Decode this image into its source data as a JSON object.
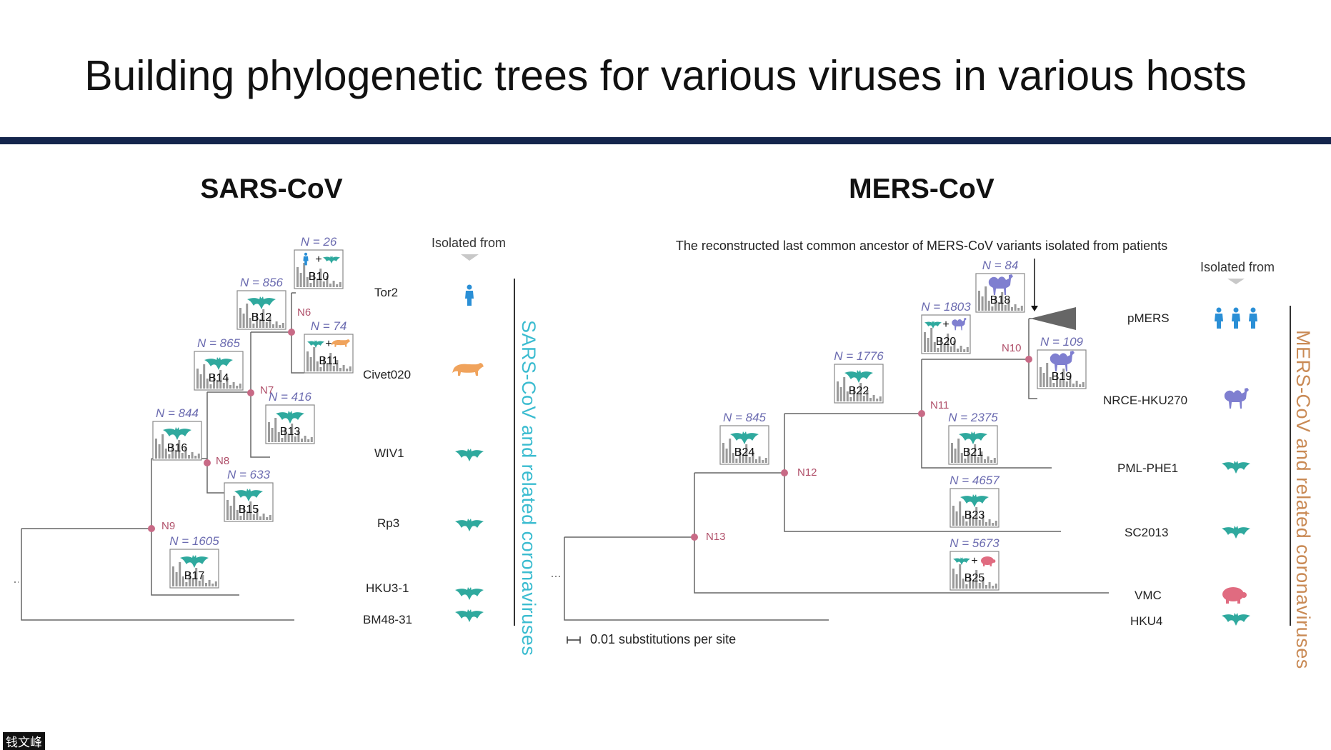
{
  "slide": {
    "title": "Building phylogenetic trees for various viruses in various hosts",
    "watermark": "钱文峰"
  },
  "colors": {
    "title_rule": "#14254c",
    "bat": "#2fa99e",
    "human": "#2a8fd6",
    "civet": "#f0a35c",
    "camel": "#7f7fd0",
    "pig": "#e06b80",
    "node": "#c86a86",
    "sars_clade": "#3bbcd0",
    "mers_clade": "#c98a55"
  },
  "sars": {
    "title": "SARS-CoV",
    "isolated_from": "Isolated from",
    "clade_label": "SARS-CoV and related coronaviruses",
    "tips": [
      {
        "name": "Tor2",
        "host": "human-icon"
      },
      {
        "name": "Civet020",
        "host": "civet-icon"
      },
      {
        "name": "WIV1",
        "host": "bat-icon"
      },
      {
        "name": "Rp3",
        "host": "bat-icon"
      },
      {
        "name": "HKU3-1",
        "host": "bat-icon"
      },
      {
        "name": "BM48-31",
        "host": "bat-icon"
      }
    ],
    "nodes": [
      "N6",
      "N7",
      "N8",
      "N9"
    ],
    "boxes": [
      {
        "id": "B10",
        "n": "N = 26",
        "hosts": [
          "human-icon",
          "bat-icon"
        ]
      },
      {
        "id": "B12",
        "n": "N = 856",
        "hosts": [
          "bat-icon"
        ]
      },
      {
        "id": "B11",
        "n": "N = 74",
        "hosts": [
          "bat-icon",
          "civet-icon"
        ]
      },
      {
        "id": "B14",
        "n": "N = 865",
        "hosts": [
          "bat-icon"
        ]
      },
      {
        "id": "B13",
        "n": "N = 416",
        "hosts": [
          "bat-icon"
        ]
      },
      {
        "id": "B16",
        "n": "N = 844",
        "hosts": [
          "bat-icon"
        ]
      },
      {
        "id": "B15",
        "n": "N = 633",
        "hosts": [
          "bat-icon"
        ]
      },
      {
        "id": "B17",
        "n": "N = 1605",
        "hosts": [
          "bat-icon"
        ]
      }
    ]
  },
  "mers": {
    "title": "MERS-CoV",
    "note": "The reconstructed last common ancestor of MERS-CoV variants isolated from patients",
    "isolated_from": "Isolated from",
    "clade_label": "MERS-CoV and related coronaviruses",
    "scale_label": "0.01 substitutions per site",
    "tips": [
      {
        "name": "pMERS",
        "host": "humans-icon"
      },
      {
        "name": "NRCE-HKU270",
        "host": "camel-icon"
      },
      {
        "name": "PML-PHE1",
        "host": "bat-icon"
      },
      {
        "name": "SC2013",
        "host": "bat-icon"
      },
      {
        "name": "VMC",
        "host": "pig-icon"
      },
      {
        "name": "HKU4",
        "host": "bat-icon"
      }
    ],
    "nodes": [
      "N10",
      "N11",
      "N12",
      "N13"
    ],
    "boxes": [
      {
        "id": "B18",
        "n": "N = 84",
        "hosts": [
          "camel-icon"
        ]
      },
      {
        "id": "B20",
        "n": "N = 1803",
        "hosts": [
          "bat-icon",
          "camel-icon"
        ]
      },
      {
        "id": "B19",
        "n": "N = 109",
        "hosts": [
          "camel-icon"
        ]
      },
      {
        "id": "B22",
        "n": "N = 1776",
        "hosts": [
          "bat-icon"
        ]
      },
      {
        "id": "B24",
        "n": "N = 845",
        "hosts": [
          "bat-icon"
        ]
      },
      {
        "id": "B21",
        "n": "N = 2375",
        "hosts": [
          "bat-icon"
        ]
      },
      {
        "id": "B23",
        "n": "N = 4657",
        "hosts": [
          "bat-icon"
        ]
      },
      {
        "id": "B25",
        "n": "N = 5673",
        "hosts": [
          "bat-icon",
          "pig-icon"
        ]
      }
    ]
  }
}
